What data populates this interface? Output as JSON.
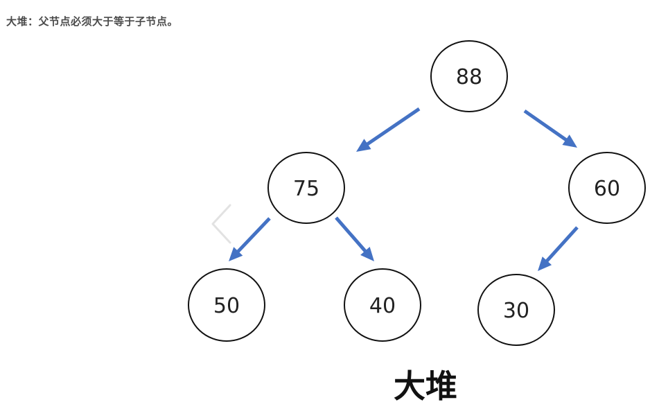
{
  "caption": "大堆：父节点必须大于等于子节点。",
  "diagram": {
    "title": "大堆",
    "nodes": [
      {
        "id": "n88",
        "label": "88"
      },
      {
        "id": "n75",
        "label": "75"
      },
      {
        "id": "n60",
        "label": "60"
      },
      {
        "id": "n50",
        "label": "50"
      },
      {
        "id": "n40",
        "label": "40"
      },
      {
        "id": "n30",
        "label": "30"
      }
    ],
    "edges": [
      {
        "from": "n88",
        "to": "n75"
      },
      {
        "from": "n88",
        "to": "n60"
      },
      {
        "from": "n75",
        "to": "n50"
      },
      {
        "from": "n75",
        "to": "n40"
      },
      {
        "from": "n60",
        "to": "n30"
      }
    ],
    "colors": {
      "edge": "#4472c4",
      "node_stroke": "#111111",
      "chevron": "#e2e2e2"
    },
    "icons": {
      "previous": "chevron-left-icon"
    }
  }
}
